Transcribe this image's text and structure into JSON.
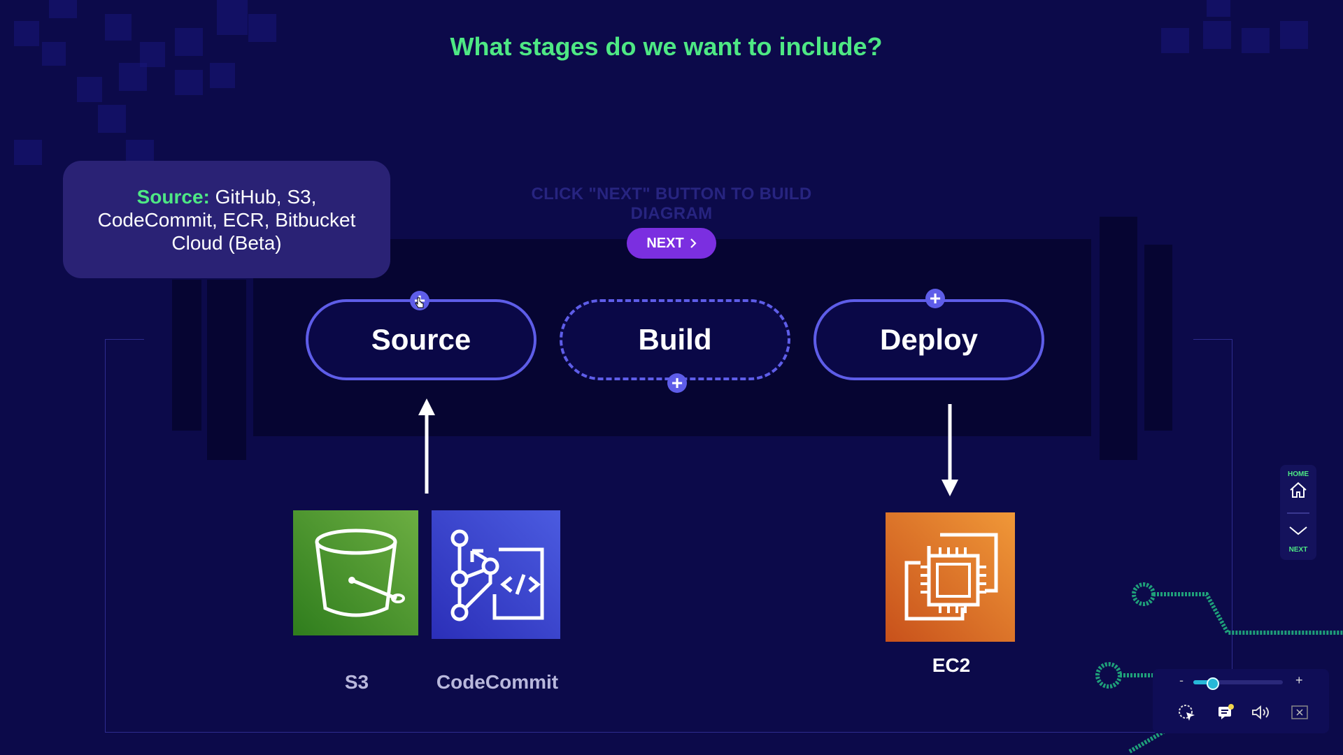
{
  "page_title": "What stages do we want to include?",
  "hint": "CLICK \"NEXT\" BUTTON TO BUILD DIAGRAM",
  "next_button": {
    "label": "NEXT",
    "icon": "chevron-right-icon"
  },
  "tooltip": {
    "label": "Source:",
    "text": " GitHub, S3, CodeCommit, ECR, Bitbucket Cloud (Beta)"
  },
  "stages": [
    {
      "label": "Source"
    },
    {
      "label": "Build"
    },
    {
      "label": "Deploy"
    }
  ],
  "services": [
    {
      "label": "S3",
      "icon": "s3-bucket-icon"
    },
    {
      "label": "CodeCommit",
      "icon": "codecommit-icon"
    },
    {
      "label": "EC2",
      "icon": "ec2-chip-icon"
    }
  ],
  "side_nav": {
    "home_label": "HOME",
    "next_label": "NEXT"
  },
  "player": {
    "zoom_minus": "-",
    "zoom_plus": "+",
    "zoom_level": 0.2,
    "icons": [
      "cursor-highlight-icon",
      "captions-icon",
      "volume-icon",
      "close-icon"
    ]
  },
  "colors": {
    "accent_green": "#4ee884",
    "stage_border": "#5e5de8",
    "next_button": "#7b2fe0",
    "s3_tile": "#4a9a2a",
    "codecommit_tile": "#3a49d6",
    "ec2_tile": "#e07b28"
  }
}
